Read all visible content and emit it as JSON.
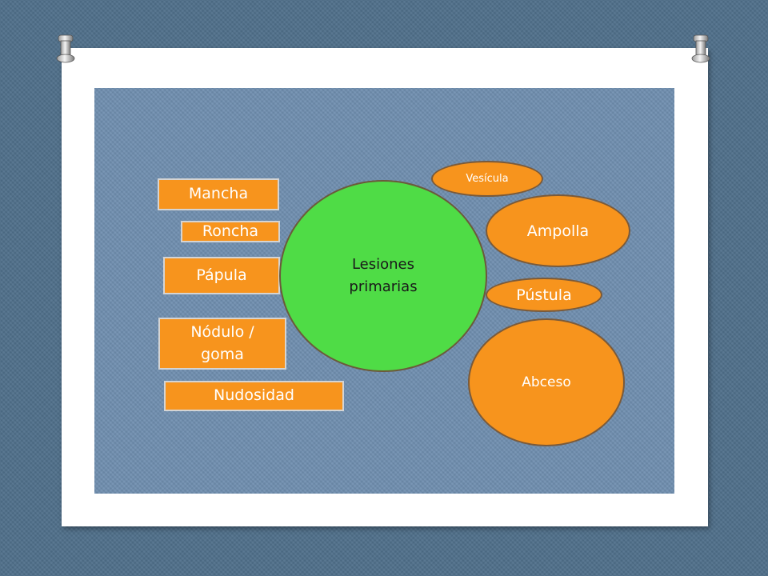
{
  "diagram": {
    "center": {
      "line1": "Lesiones",
      "line2": "primarias"
    },
    "left_boxes": [
      {
        "label": "Mancha"
      },
      {
        "label": "Roncha"
      },
      {
        "label": "Pápula"
      },
      {
        "line1": "Nódulo /",
        "line2": "goma"
      },
      {
        "label": "Nudosidad"
      }
    ],
    "right_ovals": [
      {
        "label": "Vesícula"
      },
      {
        "label": "Ampolla"
      },
      {
        "label": "Pústula"
      },
      {
        "label": "Abceso"
      }
    ]
  },
  "colors": {
    "background": "#4f6f8a",
    "panel": "#6f8eaf",
    "box_fill": "#f7941d",
    "center_fill": "#4fdc46"
  }
}
